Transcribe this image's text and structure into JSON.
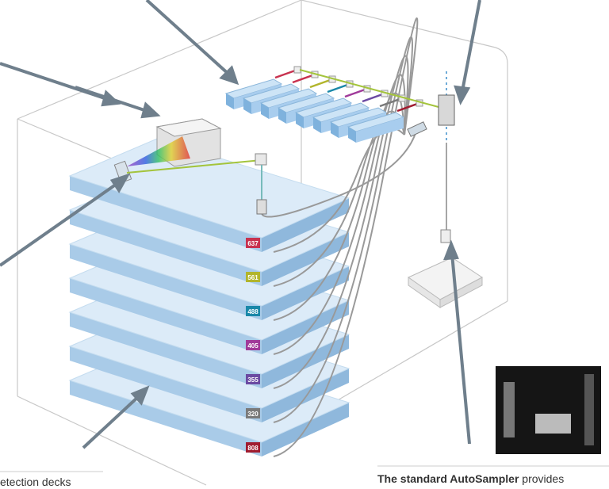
{
  "decks": [
    {
      "label": "637",
      "color": "#c8324f"
    },
    {
      "label": "561",
      "color": "#b2b52c"
    },
    {
      "label": "488",
      "color": "#1a88a8"
    },
    {
      "label": "405",
      "color": "#a03a9a"
    },
    {
      "label": "355",
      "color": "#6b4aa2"
    },
    {
      "label": "320",
      "color": "#7a7a7a"
    },
    {
      "label": "808",
      "color": "#a01c30"
    }
  ],
  "laser_colors": [
    "#c8324f",
    "#c8324f",
    "#b2b52c",
    "#1a88a8",
    "#a03a9a",
    "#6b4aa2",
    "#7a7a7a",
    "#a01c30"
  ],
  "captions": {
    "left": "etection decks",
    "right_bold": "The standard AutoSampler",
    "right_rest": " provides"
  }
}
